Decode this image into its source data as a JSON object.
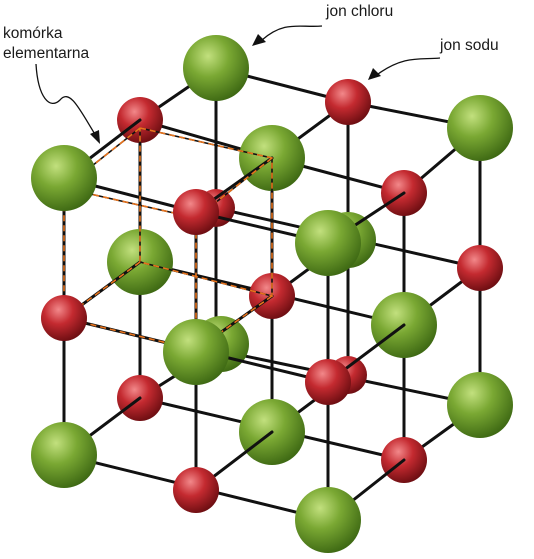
{
  "labels": {
    "unit_cell": [
      "komórka",
      "elementarna"
    ],
    "chloride_ion": "jon chloru",
    "sodium_ion": "jon sodu"
  },
  "colors": {
    "chloride": "#7aa833",
    "sodium": "#c42a30",
    "bond": "#111111",
    "unit_cell_outline": "#e8731c"
  }
}
